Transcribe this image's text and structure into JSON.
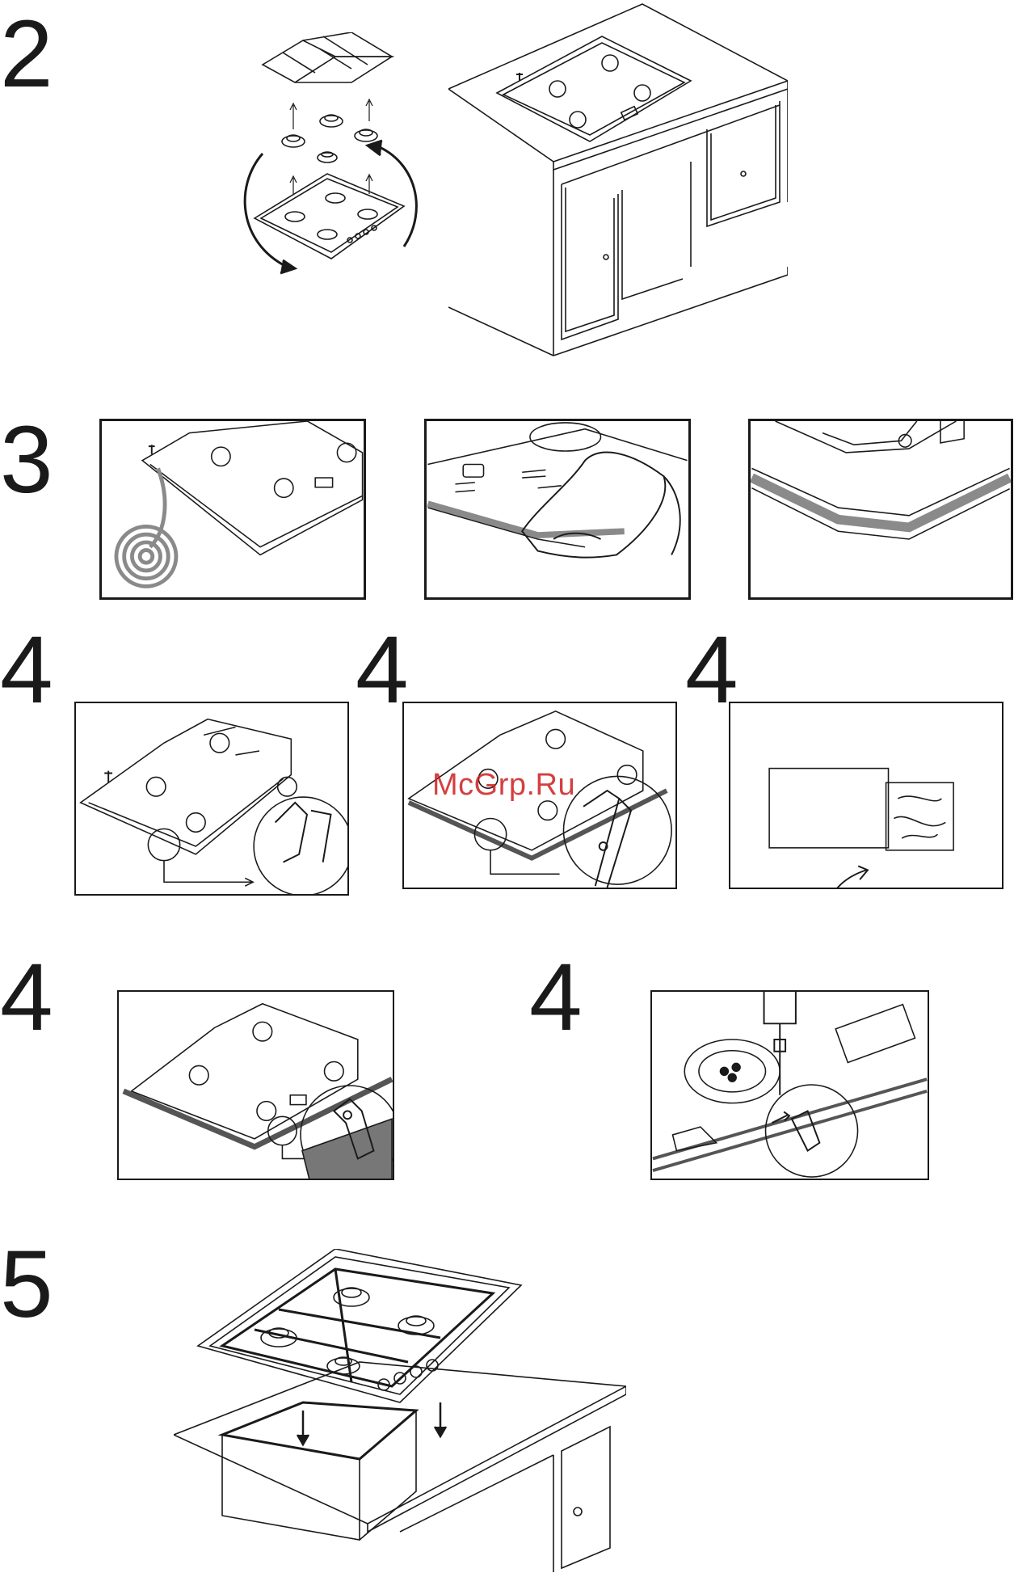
{
  "steps": {
    "s2": "2",
    "s3": "3",
    "s4a": "4",
    "s4b": "4",
    "s4c": "4",
    "s4d": "4",
    "s4e": "4",
    "s5": "5"
  },
  "watermark": "McGrp.Ru",
  "colors": {
    "ink": "#1a1a1a",
    "gasket_gray": "#8a8a8a",
    "watermark_red": "#cc1f1f"
  },
  "icons": [
    "arrow-up-icon",
    "rotate-arrow-icon",
    "arrow-down-icon",
    "screw-icon",
    "clip-icon",
    "spiral-gasket-icon",
    "hand-icon",
    "screwdriver-icon"
  ]
}
